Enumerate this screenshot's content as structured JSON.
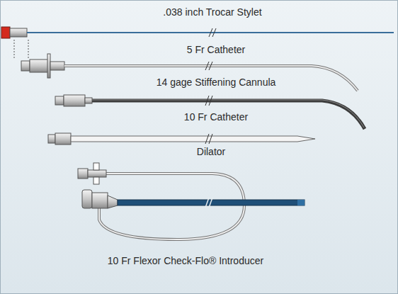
{
  "diagram": {
    "labels": [
      ".038 inch Trocar Stylet",
      "5 Fr Catheter",
      "14 gage Stiffening Cannula",
      "10 Fr Catheter",
      "Dilator",
      "10 Fr Flexor Check-Flo® Introducer"
    ]
  }
}
